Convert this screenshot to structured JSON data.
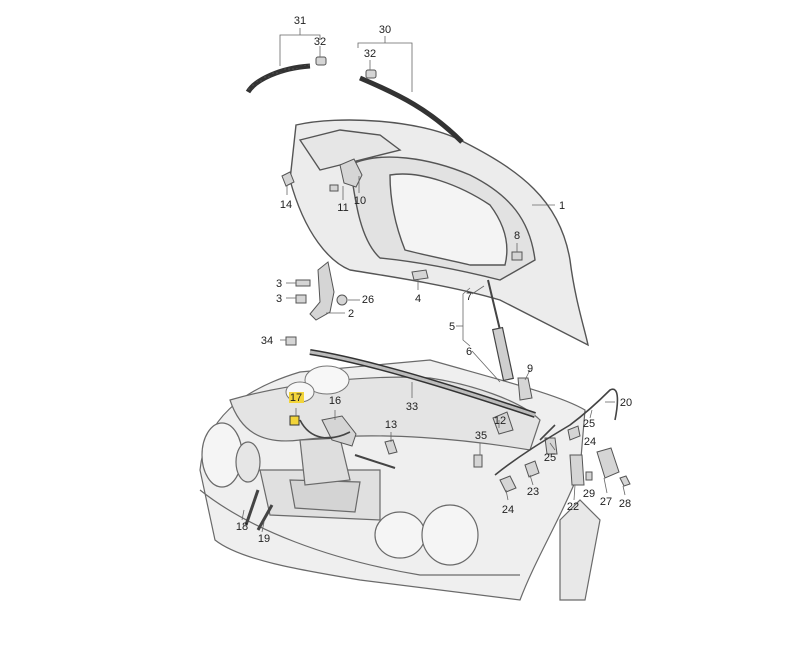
{
  "diagram": {
    "labels": {
      "l1": "1",
      "l2": "2",
      "l3a": "3",
      "l3b": "3",
      "l4": "4",
      "l5": "5",
      "l6": "6",
      "l7": "7",
      "l8": "8",
      "l9": "9",
      "l10": "10",
      "l11": "11",
      "l12": "12",
      "l13": "13",
      "l14": "14",
      "l16": "16",
      "l17": "17",
      "l18": "18",
      "l19": "19",
      "l20": "20",
      "l22": "22",
      "l23": "23",
      "l24a": "24",
      "l24b": "24",
      "l25a": "25",
      "l25b": "25",
      "l26": "26",
      "l27": "27",
      "l28": "28",
      "l29": "29",
      "l30": "30",
      "l31": "31",
      "l32a": "32",
      "l32b": "32",
      "l33": "33",
      "l34": "34",
      "l35": "35"
    },
    "highlighted_part": "17",
    "colors": {
      "line": "#5a5a5a",
      "part_fill": "#d9d9d9",
      "body_fill": "#eeeeee",
      "highlight": "#f2d43a"
    }
  }
}
